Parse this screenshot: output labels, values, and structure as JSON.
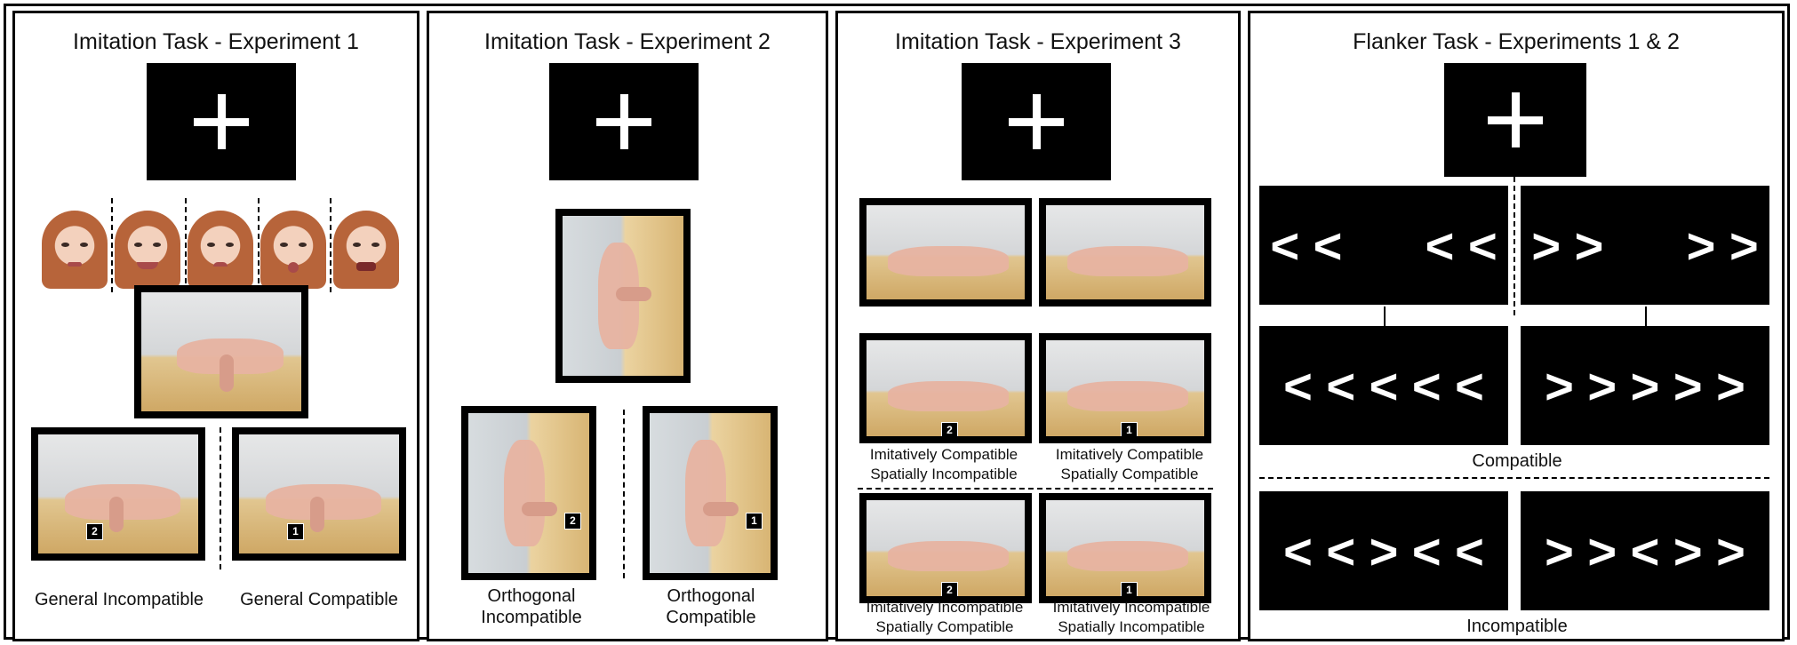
{
  "panels": [
    {
      "title": "Imitation Task - Experiment 1",
      "labels": [
        "General Incompatible",
        "General Compatible"
      ],
      "badges": [
        "2",
        "1"
      ]
    },
    {
      "title": "Imitation Task - Experiment 2",
      "labels": [
        "Orthogonal\nIncompatible",
        "Orthogonal\nCompatible"
      ],
      "badges": [
        "2",
        "1"
      ]
    },
    {
      "title": "Imitation Task - Experiment 3",
      "labels": [
        "Imitatively Compatible\nSpatially Incompatible",
        "Imitatively Compatible\nSpatially Compatible",
        "Imitatively Incompatible\nSpatially Compatible",
        "Imitatively Incompatible\nSpatially Incompatible"
      ],
      "badges": [
        "2",
        "1",
        "2",
        "1"
      ]
    },
    {
      "title": "Flanker Task - Experiments 1 & 2",
      "screens": [
        "< <      < <",
        "> >      > >",
        "< < < < <",
        "> > > > >",
        "< < > < <",
        "> > < > >"
      ],
      "labels": [
        "Compatible",
        "Incompatible"
      ]
    }
  ]
}
